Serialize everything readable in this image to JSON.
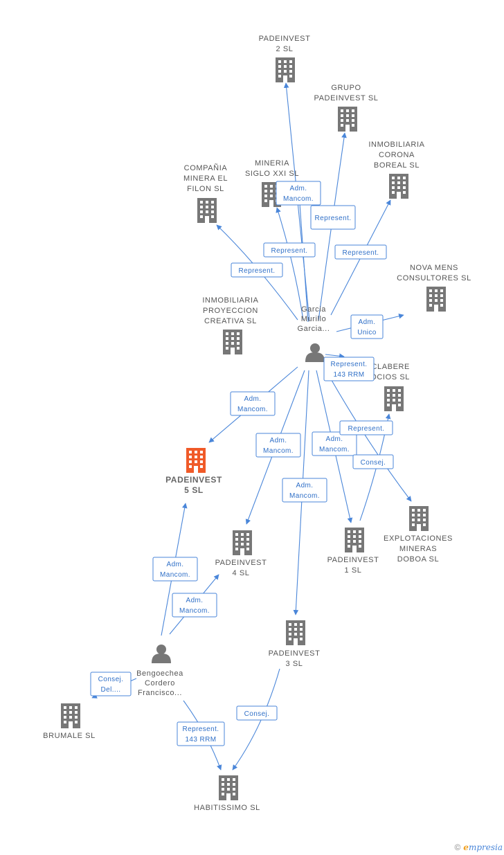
{
  "colors": {
    "edge": "#4a86d9",
    "building": "#777777",
    "focus": "#f05a28",
    "person": "#777777"
  },
  "companies": [
    {
      "id": "pad2",
      "lines": [
        "PADEINVEST",
        "2 SL"
      ],
      "icon": "building-icon"
    },
    {
      "id": "grupo",
      "lines": [
        "GRUPO",
        "PADEINVEST SL"
      ],
      "icon": "building-icon"
    },
    {
      "id": "corona",
      "lines": [
        "INMOBILIARIA",
        "CORONA",
        "BOREAL SL"
      ],
      "icon": "building-icon"
    },
    {
      "id": "minera",
      "lines": [
        "MINERIA",
        "SIGLO XXI  SL"
      ],
      "icon": "building-icon"
    },
    {
      "id": "filon",
      "lines": [
        "COMPAÑIA",
        "MINERA EL",
        "FILON SL"
      ],
      "icon": "building-icon"
    },
    {
      "id": "nova",
      "lines": [
        "NOVA MENS",
        "CONSULTORES SL"
      ],
      "icon": "building-icon"
    },
    {
      "id": "proyeccion",
      "lines": [
        "INMOBILIARIA",
        "PROYECCION",
        "CREATIVA SL"
      ],
      "icon": "building-icon"
    },
    {
      "id": "clabere",
      "lines": [
        "CLABERE",
        "EGOCIOS SL"
      ],
      "icon": "building-icon"
    },
    {
      "id": "pad5",
      "lines": [
        "PADEINVEST",
        "5  SL"
      ],
      "icon": "building-icon",
      "focus": true
    },
    {
      "id": "pad4",
      "lines": [
        "PADEINVEST",
        "4 SL"
      ],
      "icon": "building-icon"
    },
    {
      "id": "pad1",
      "lines": [
        "PADEINVEST",
        "1 SL"
      ],
      "icon": "building-icon"
    },
    {
      "id": "explotaciones",
      "lines": [
        "EXPLOTACIONES",
        "MINERAS",
        "DOBOA  SL"
      ],
      "icon": "building-icon"
    },
    {
      "id": "pad3",
      "lines": [
        "PADEINVEST",
        "3 SL"
      ],
      "icon": "building-icon"
    },
    {
      "id": "brumale",
      "lines": [
        "BRUMALE SL"
      ],
      "icon": "building-icon"
    },
    {
      "id": "habitissimo",
      "lines": [
        "HABITISSIMO SL"
      ],
      "icon": "building-icon"
    }
  ],
  "persons": [
    {
      "id": "garcia",
      "lines": [
        "Garcia",
        "Murillo",
        "Garcia..."
      ],
      "icon": "person-icon"
    },
    {
      "id": "bengoechea",
      "lines": [
        "Bengoechea",
        "Cordero",
        "Francisco..."
      ],
      "icon": "person-icon"
    }
  ],
  "relations": [
    {
      "id": "r1",
      "label": [
        "Adm.",
        "Mancom."
      ]
    },
    {
      "id": "r2",
      "label": [
        "Adm.",
        "Mancom."
      ]
    },
    {
      "id": "r3",
      "label": [
        "Represent."
      ]
    },
    {
      "id": "r4",
      "label": [
        "Represent."
      ]
    },
    {
      "id": "r5",
      "label": [
        "Represent."
      ]
    },
    {
      "id": "r6",
      "label": [
        "Adm.",
        "Unico"
      ]
    },
    {
      "id": "r7",
      "label": [
        "Represent."
      ]
    },
    {
      "id": "r8",
      "label": [
        "Represent.",
        "143 RRM"
      ]
    },
    {
      "id": "r9",
      "label": [
        "Adm.",
        "Mancom."
      ]
    },
    {
      "id": "r10",
      "label": [
        "Adm.",
        "Mancom."
      ]
    },
    {
      "id": "r11",
      "label": [
        "Adm.",
        "Mancom."
      ]
    },
    {
      "id": "r12",
      "label": [
        "Represent."
      ]
    },
    {
      "id": "r13",
      "label": [
        "Consej."
      ]
    },
    {
      "id": "r14",
      "label": [
        "Adm.",
        "Mancom."
      ]
    },
    {
      "id": "r15",
      "label": [
        "Adm.",
        "Mancom."
      ]
    },
    {
      "id": "r16",
      "label": [
        "Adm.",
        "Mancom."
      ]
    },
    {
      "id": "r17",
      "label": [
        "Consej.",
        "Del...."
      ]
    },
    {
      "id": "r18",
      "label": [
        "Represent.",
        "143 RRM"
      ]
    },
    {
      "id": "r19",
      "label": [
        "Consej."
      ]
    }
  ],
  "footer": {
    "copyright": "©",
    "brand_initial": "e",
    "brand_rest": "mpresia"
  }
}
